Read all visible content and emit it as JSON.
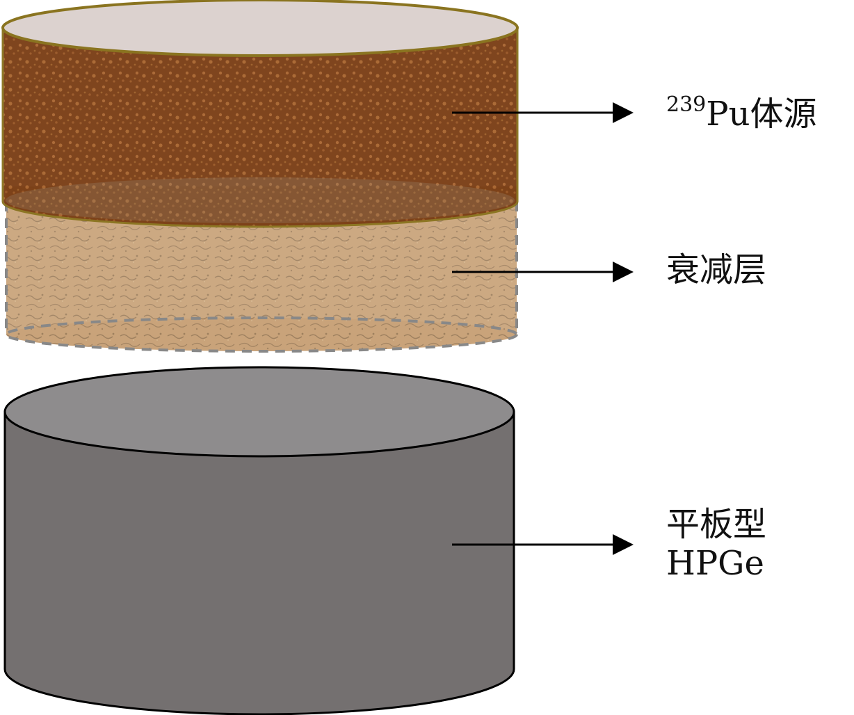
{
  "labels": {
    "source": {
      "superscript": "239",
      "text": "Pu体源"
    },
    "attenuation_layer": "衰减层",
    "detector_line1": "平板型",
    "detector_line2": "HPGe"
  },
  "colors": {
    "source_fill": "#7a3e15",
    "source_speckle": "#b8733a",
    "source_outline": "#8a7420",
    "source_top": "#dcd2cf",
    "attenuation_fill": "#c9a37a",
    "attenuation_speckle": "#5c4a35",
    "attenuation_outline": "#888888",
    "detector_side": "#747070",
    "detector_top": "#8e8c8d",
    "arrow": "#000000"
  }
}
